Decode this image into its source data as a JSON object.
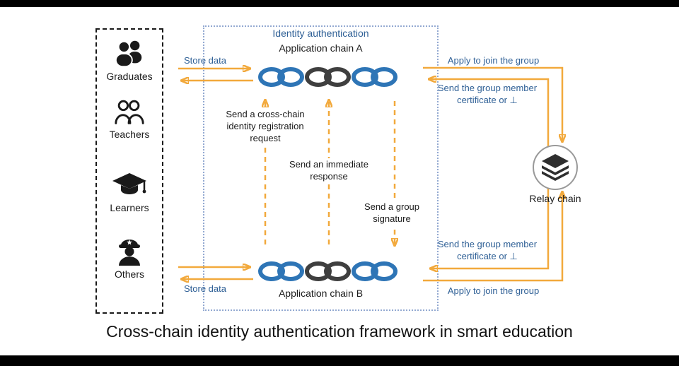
{
  "caption": "Cross-chain identity authentication framework in smart education",
  "colors": {
    "arrow_orange": "#F2A93C",
    "label_blue": "#2F6096",
    "chain_blue": "#2E75B6",
    "chain_dark": "#3F3F3F",
    "dotted_border_blue": "#93A9D1",
    "ink_black": "#1A1A1A"
  },
  "left_panel": {
    "groups": [
      {
        "label": "Graduates",
        "icon": "graduates-icon"
      },
      {
        "label": "Teachers",
        "icon": "teachers-icon"
      },
      {
        "label": "Learners",
        "icon": "learners-icon"
      },
      {
        "label": "Others",
        "icon": "others-icon"
      }
    ]
  },
  "center_box": {
    "title": "Identity authentication",
    "chain_a_label": "Application chain A",
    "chain_b_label": "Application chain B",
    "messages": {
      "store_data_top": "Store data",
      "store_data_bottom": "Store data",
      "registration_request": "Send a cross-chain identity registration request",
      "immediate_response": "Send an immediate response",
      "group_signature": "Send a group signature"
    }
  },
  "relay": {
    "label": "Relay chain",
    "apply_top": "Apply to join the group",
    "certificate_top": "Send the group member certificate or ⊥",
    "certificate_bottom": "Send the group member certificate or ⊥",
    "apply_bottom": "Apply to join the group"
  }
}
